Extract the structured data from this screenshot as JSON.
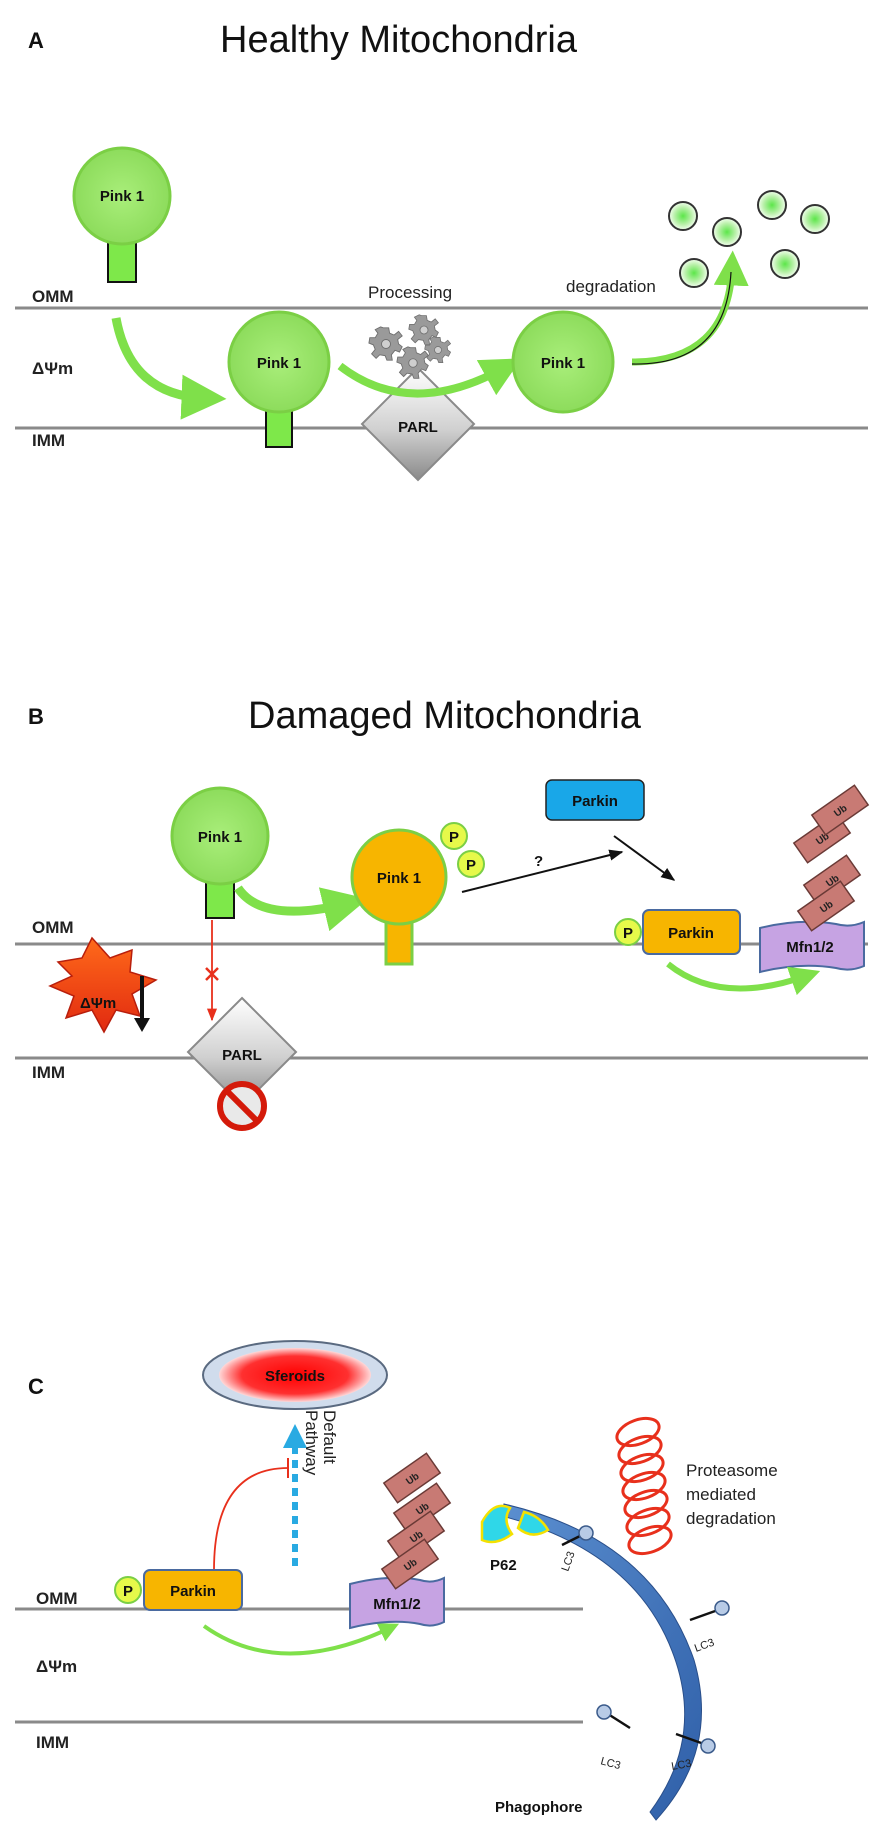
{
  "panel_a": {
    "letter": "A",
    "title": "Healthy Mitochondria",
    "omm": "OMM",
    "psi": "ΔΨm",
    "imm": "IMM",
    "pink1": "Pink 1",
    "processing": "Processing",
    "degradation": "degradation",
    "parl": "PARL"
  },
  "panel_b": {
    "letter": "B",
    "title": "Damaged Mitochondria",
    "omm": "OMM",
    "imm": "IMM",
    "psi": "ΔΨm",
    "pink1": "Pink 1",
    "p": "P",
    "question": "?",
    "parkin": "Parkin",
    "mfn": "Mfn1/2",
    "ub": "Ub",
    "parl": "PARL"
  },
  "panel_c": {
    "letter": "C",
    "sferoids": "Sferoids",
    "default_pathway_1": "Default",
    "default_pathway_2": "Pathway",
    "omm": "OMM",
    "psi": "ΔΨm",
    "imm": "IMM",
    "p": "P",
    "parkin": "Parkin",
    "mfn": "Mfn1/2",
    "ub": "Ub",
    "p62": "P62",
    "lc3": "LC3",
    "proteasome_1": "Proteasome",
    "proteasome_2": "mediated",
    "proteasome_3": "degradation",
    "phagophore": "Phagophore"
  },
  "colors": {
    "green": "#8fe060",
    "green_edge": "#6cbf3a",
    "orange": "#f7b500",
    "blue": "#19a7e8",
    "purple": "#c6a3e3",
    "ub": "#c87a74",
    "red": "#e8301c"
  }
}
